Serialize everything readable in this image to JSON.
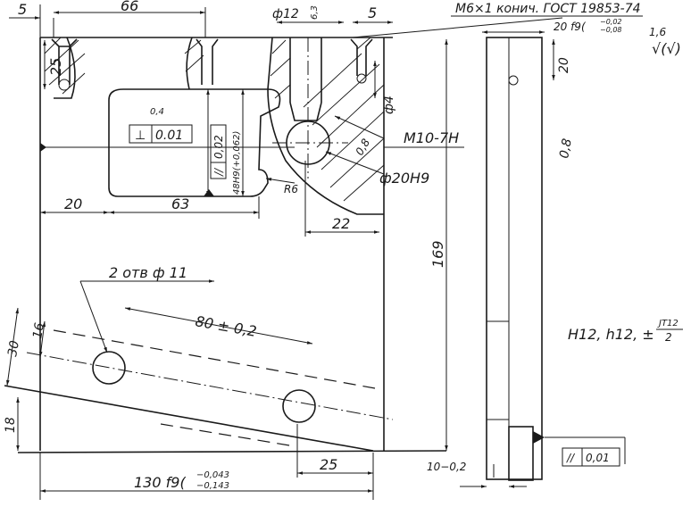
{
  "drawing": {
    "dimensions": {
      "d_5_left": "5",
      "d_66": "66",
      "d_phi12": "ф12",
      "d_63_top": "6,3",
      "d_5_right": "5",
      "d_25": "25",
      "d_20": "20",
      "d_63": "63",
      "d_22": "22",
      "d_169": "169",
      "d_20_side": "20",
      "d_phi4": "ф4",
      "d_48": "48H9(+0,062)",
      "d_30": "30",
      "d_16": "16",
      "d_18": "18",
      "d_80": "80 ± 0,2",
      "d_25_bottom": "25",
      "d_130": "130 f9(",
      "d_130_tol_upper": "−0,043",
      "d_130_tol_lower": "−0,143",
      "d_10": "10−0,2",
      "d_20f9": "20 f9(",
      "d_20f9_upper": "−0,02",
      "d_20f9_lower": "−0,08"
    },
    "notes": {
      "thread_m6": "M6×1 конич. ГОСТ 19853-74",
      "thread_m10": "M10-7H",
      "bore_phi20": "ф20H9",
      "holes": "2 отв ф 11",
      "radius": "R6",
      "roughness_04": "0,4",
      "roughness_08": "0,8",
      "roughness_16": "1,6",
      "roughness_8": "0,8",
      "general_tolerance": "H12, h12, ±",
      "general_tolerance_frac_num": "JT12",
      "general_tolerance_frac_den": "2"
    },
    "tolerance_frames": [
      {
        "symbol": "⊥",
        "value": "0.01"
      },
      {
        "symbol": "//",
        "value": "0,02"
      },
      {
        "symbol": "//",
        "value": "0,01"
      }
    ]
  }
}
